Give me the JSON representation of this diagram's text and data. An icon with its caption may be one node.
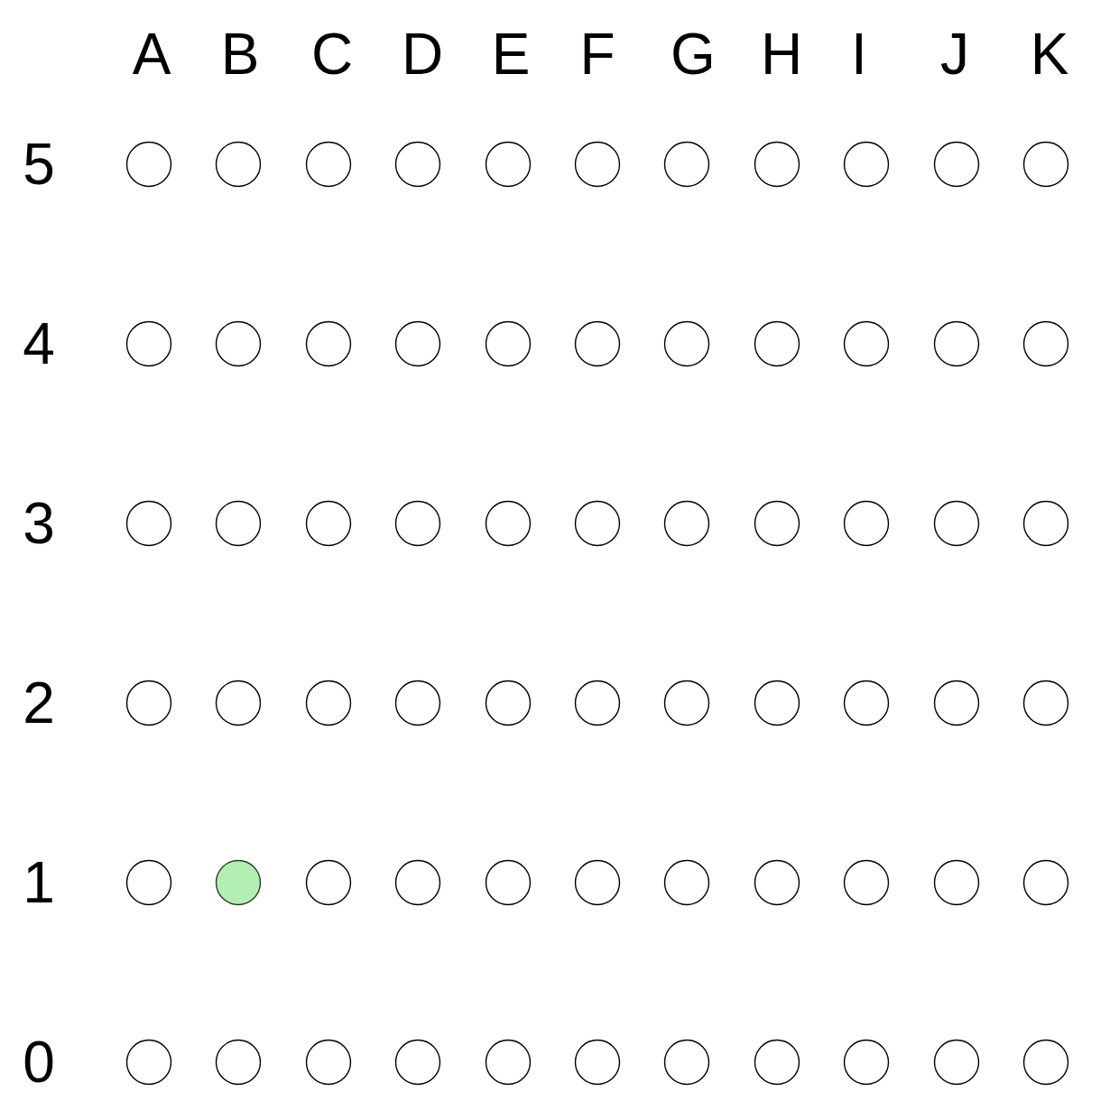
{
  "diagram": {
    "nodes": [
      {
        "text": [],
        "shape": "circle"
      },
      {
        "text": [],
        "shape": "circle"
      },
      {
        "text": [],
        "shape": "circle"
      },
      {
        "text": [],
        "shape": "circle"
      },
      {
        "text": [],
        "shape": "circle"
      },
      {
        "text": [],
        "shape": "circle"
      },
      {
        "text": [],
        "shape": "circle"
      },
      {
        "text": [],
        "shape": "circle"
      },
      {
        "text": [],
        "shape": "circle"
      },
      {
        "text": [],
        "shape": "circle"
      },
      {
        "text": [],
        "shape": "circle"
      },
      {
        "text": [],
        "shape": "circle"
      },
      {
        "text": [],
        "shape": "circle"
      },
      {
        "text": [],
        "shape": "circle"
      },
      {
        "text": [],
        "shape": "circle"
      },
      {
        "text": [],
        "shape": "circle"
      },
      {
        "text": [],
        "shape": "circle"
      },
      {
        "text": [],
        "shape": "circle"
      },
      {
        "text": [],
        "shape": "circle"
      },
      {
        "text": [],
        "shape": "circle"
      },
      {
        "text": [],
        "shape": "circle"
      },
      {
        "text": [],
        "shape": "circle"
      },
      {
        "text": [],
        "shape": "circle"
      },
      {
        "text": [],
        "shape": "circle"
      },
      {
        "text": [],
        "shape": "circle"
      },
      {
        "text": [],
        "shape": "circle"
      },
      {
        "text": [],
        "shape": "circle"
      },
      {
        "text": [],
        "shape": "circle"
      },
      {
        "text": [],
        "shape": "circle"
      },
      {
        "text": [],
        "shape": "circle"
      },
      {
        "text": [],
        "shape": "circle"
      },
      {
        "text": [],
        "shape": "circle"
      },
      {
        "text": [],
        "shape": "circle"
      },
      {
        "text": [],
        "shape": "circle"
      },
      {
        "text": [],
        "shape": "circle"
      },
      {
        "text": [],
        "shape": "circle"
      },
      {
        "text": [],
        "shape": "circle"
      },
      {
        "text": [],
        "shape": "circle"
      },
      {
        "text": [],
        "shape": "circle"
      },
      {
        "text": [],
        "shape": "circle"
      },
      {
        "text": [],
        "shape": "circle"
      },
      {
        "text": [],
        "shape": "circle"
      },
      {
        "text": [],
        "shape": "circle"
      },
      {
        "text": [],
        "shape": "circle"
      },
      {
        "text": [],
        "shape": "circle"
      },
      {
        "text": [],
        "shape": "circle"
      },
      {
        "text": [],
        "shape": "circle"
      },
      {
        "text": [],
        "shape": "circle"
      },
      {
        "text": [],
        "shape": "circle"
      },
      {
        "text": [],
        "shape": "circle"
      },
      {
        "text": [],
        "shape": "circle"
      },
      {
        "text": [],
        "shape": "circle"
      },
      {
        "text": [],
        "shape": "circle"
      },
      {
        "text": [],
        "shape": "circle"
      },
      {
        "text": [],
        "shape": "circle"
      },
      {
        "text": [],
        "shape": "circle"
      },
      {
        "text": [],
        "shape": "circle"
      },
      {
        "text": [],
        "shape": "circle"
      },
      {
        "text": [],
        "shape": "circle"
      },
      {
        "text": [],
        "shape": "circle"
      },
      {
        "text": [],
        "shape": "circle"
      },
      {
        "text": [],
        "shape": "circle"
      },
      {
        "text": [],
        "shape": "circle"
      },
      {
        "text": [],
        "shape": "circle"
      },
      {
        "text": [],
        "shape": "circle"
      },
      {
        "text": [],
        "shape": "circle"
      }
    ],
    "labels": [
      "A",
      "B",
      "C",
      "D",
      "E",
      "F",
      "G",
      "H",
      "I",
      "J",
      "K",
      "5",
      "4",
      "3",
      "2",
      "1",
      "0"
    ]
  }
}
